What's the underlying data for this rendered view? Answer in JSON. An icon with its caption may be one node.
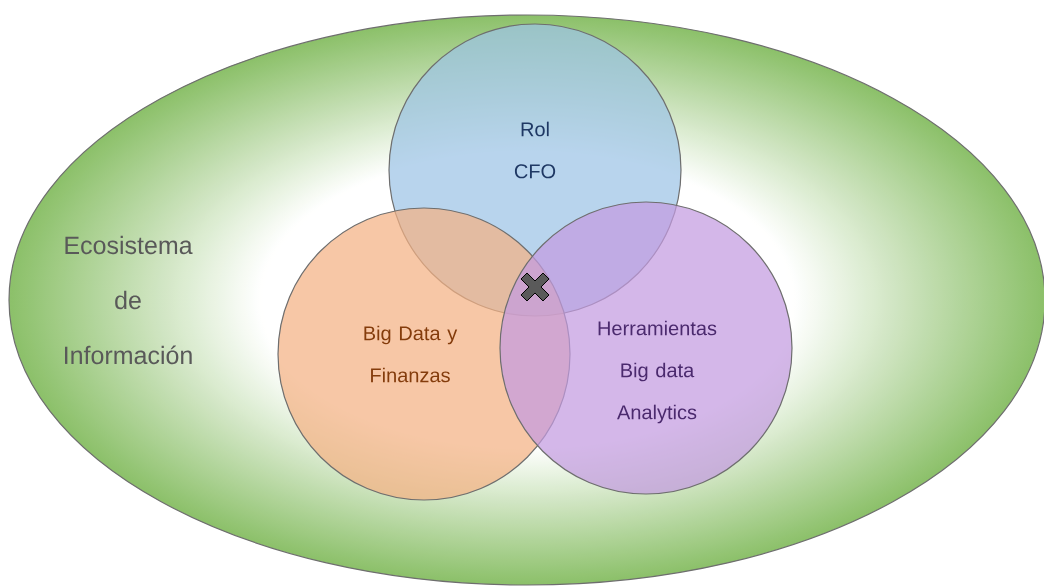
{
  "diagram": {
    "nodes": [
      {
        "text": [
          "Ecosistema de Información"
        ]
      },
      {
        "text": [
          "Rol CFO"
        ],
        "in": 0
      },
      {
        "text": [
          "Big Data y Finanzas"
        ],
        "in": 0
      },
      {
        "text": [
          "Herramientas Big data Analytics"
        ],
        "in": 0
      }
    ]
  }
}
